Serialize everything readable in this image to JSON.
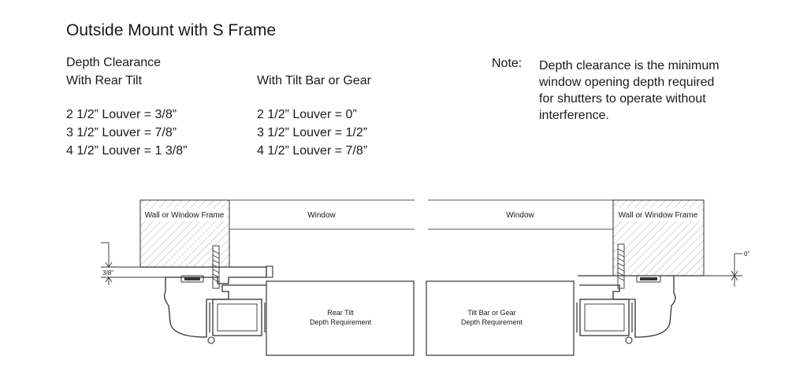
{
  "title": "Outside Mount with S Frame",
  "rear_tilt": {
    "heading_1": "Depth Clearance",
    "heading_2": "With Rear Tilt",
    "lines": [
      "2 1/2” Louver = 3/8”",
      "3 1/2” Louver = 7/8”",
      "4 1/2” Louver = 1 3/8”"
    ]
  },
  "tilt_bar": {
    "heading": "With Tilt Bar or Gear",
    "lines": [
      "2 1/2” Louver = 0”",
      "3 1/2” Louver = 1/2”",
      "4 1/2” Louver = 7/8”"
    ]
  },
  "note": {
    "label": "Note:",
    "text": "Depth clearance is the minimum window opening depth required for shutters to operate without interference."
  },
  "diagram_left": {
    "frame_label": "Wall or Window Frame",
    "window_label": "Window",
    "dimension": "3/8\"",
    "panel_line_1": "Rear Tilt",
    "panel_line_2": "Depth Requirement"
  },
  "diagram_right": {
    "frame_label": "Wall or Window Frame",
    "window_label": "Window",
    "dimension": "0\"",
    "panel_line_1": "Tilt Bar or Gear",
    "panel_line_2": "Depth Requirement"
  }
}
